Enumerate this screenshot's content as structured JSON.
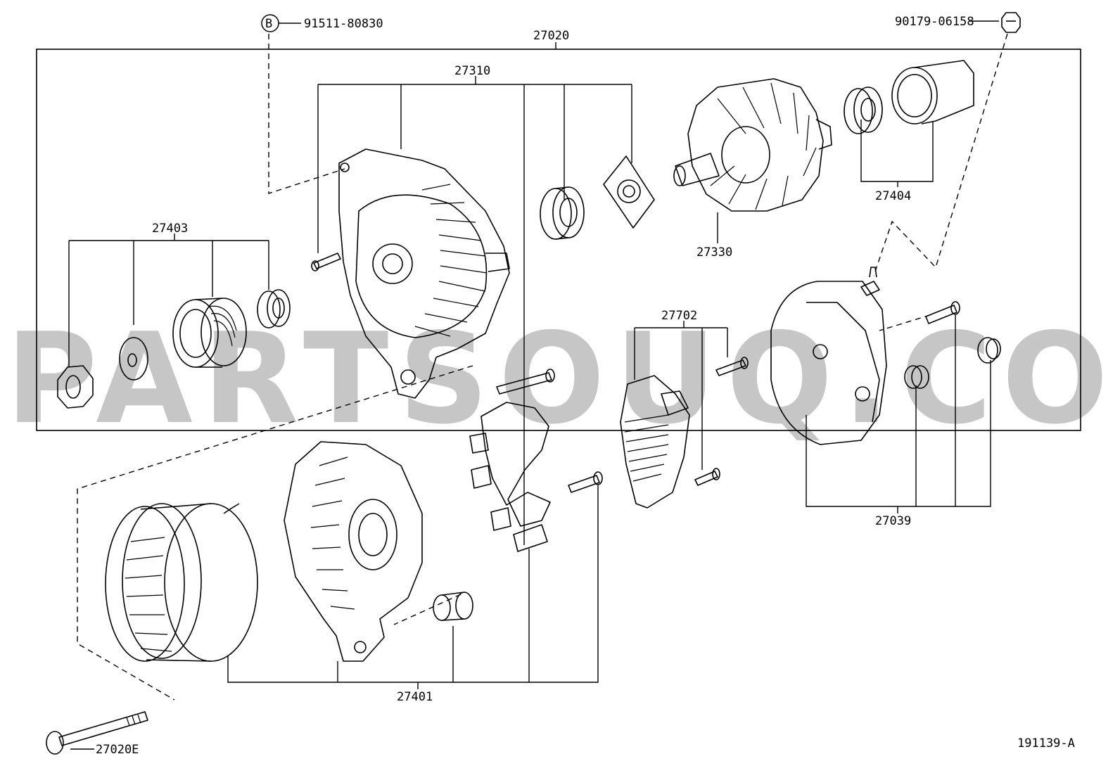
{
  "watermark": "PARTSOUQ.COM",
  "callout_marker": "B",
  "diagram_code": "191139-A",
  "labels": {
    "assembly": "27020",
    "rectifier_end_frame": "27310",
    "pulley_set": "27403",
    "rotor": "27330",
    "rear_bearing_set": "27404",
    "regulator": "27702",
    "end_cover_set": "27039",
    "drive_end_frame_set": "27401",
    "callout_bolt": "91511-80830",
    "terminal_insulator": "90179-06158",
    "mounting_bolt": "27020E"
  }
}
